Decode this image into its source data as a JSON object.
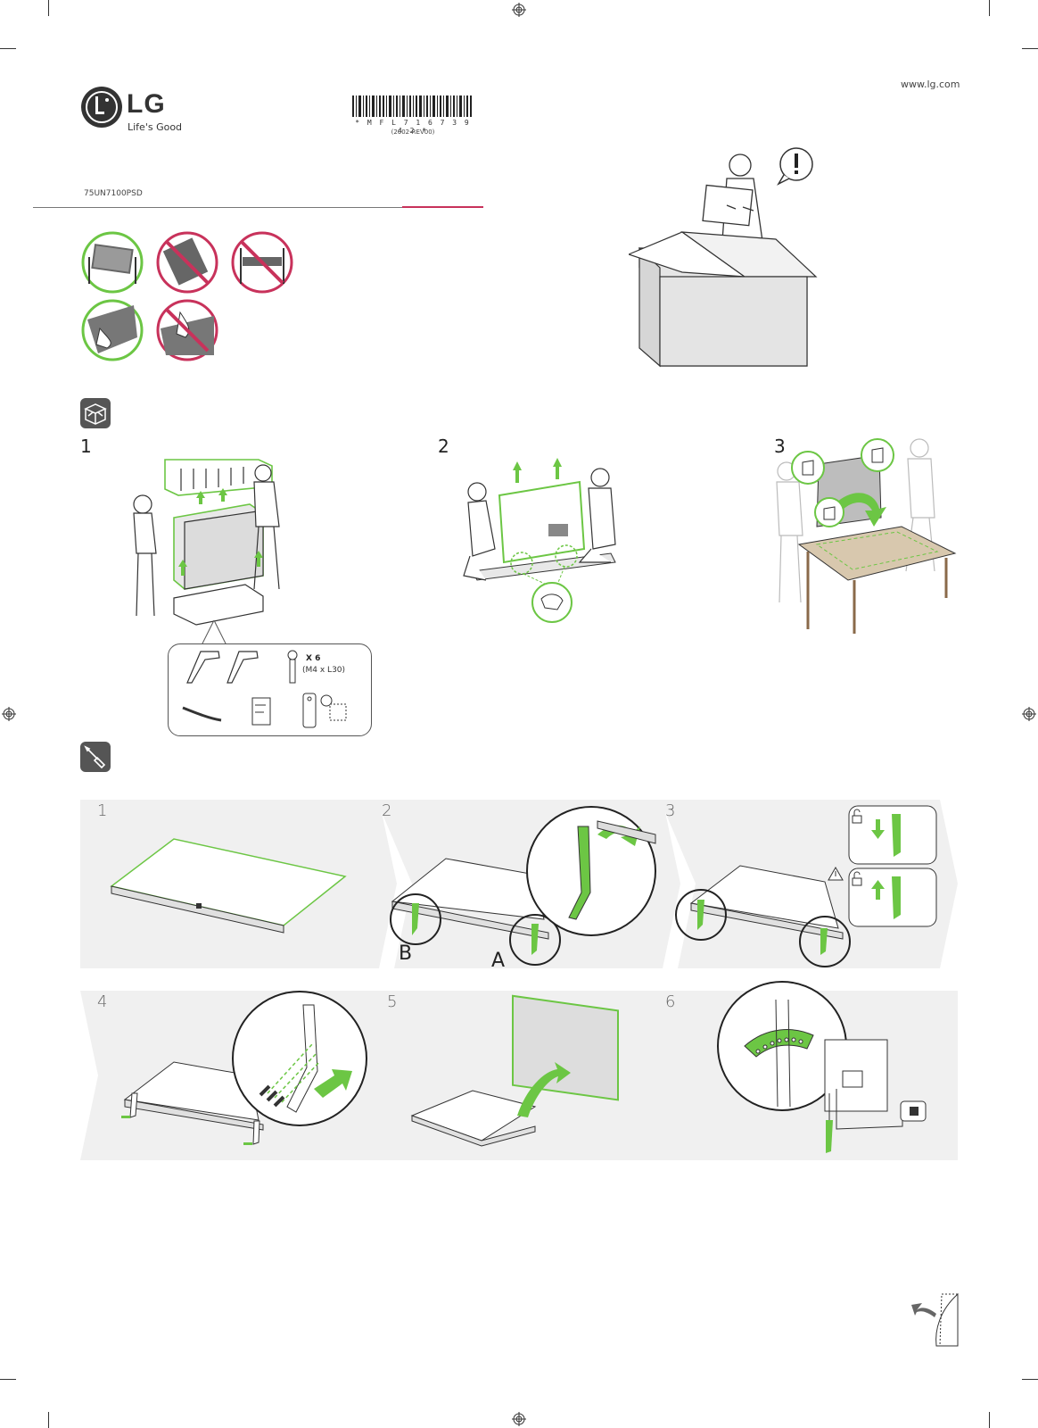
{
  "header": {
    "website": "www.lg.com",
    "brand": "LG",
    "tagline": "Life's Good",
    "barcode_text": "* M F L 7 1 6 7 3 9 4 2 *",
    "barcode_revision": "(2002-REV00)",
    "model": "75UN7100PSD"
  },
  "unpacking": {
    "steps": [
      "1",
      "2",
      "3"
    ]
  },
  "parts": {
    "screw_count": "X 6",
    "screw_spec": "(M4 x L30)"
  },
  "assembly": {
    "panels": [
      "1",
      "2",
      "3",
      "4",
      "5",
      "6"
    ],
    "stand_labels": [
      "B",
      "A"
    ]
  },
  "colors": {
    "accent_green": "#6cc644",
    "prohibit_red": "#c8325b",
    "panel_bg": "#f0f0f0"
  },
  "icons": {
    "unpack": "box-open-icon",
    "assemble": "screwdriver-icon",
    "warning": "warning-icon",
    "lock": "lock-icon",
    "page_turn": "page-turn-icon"
  }
}
